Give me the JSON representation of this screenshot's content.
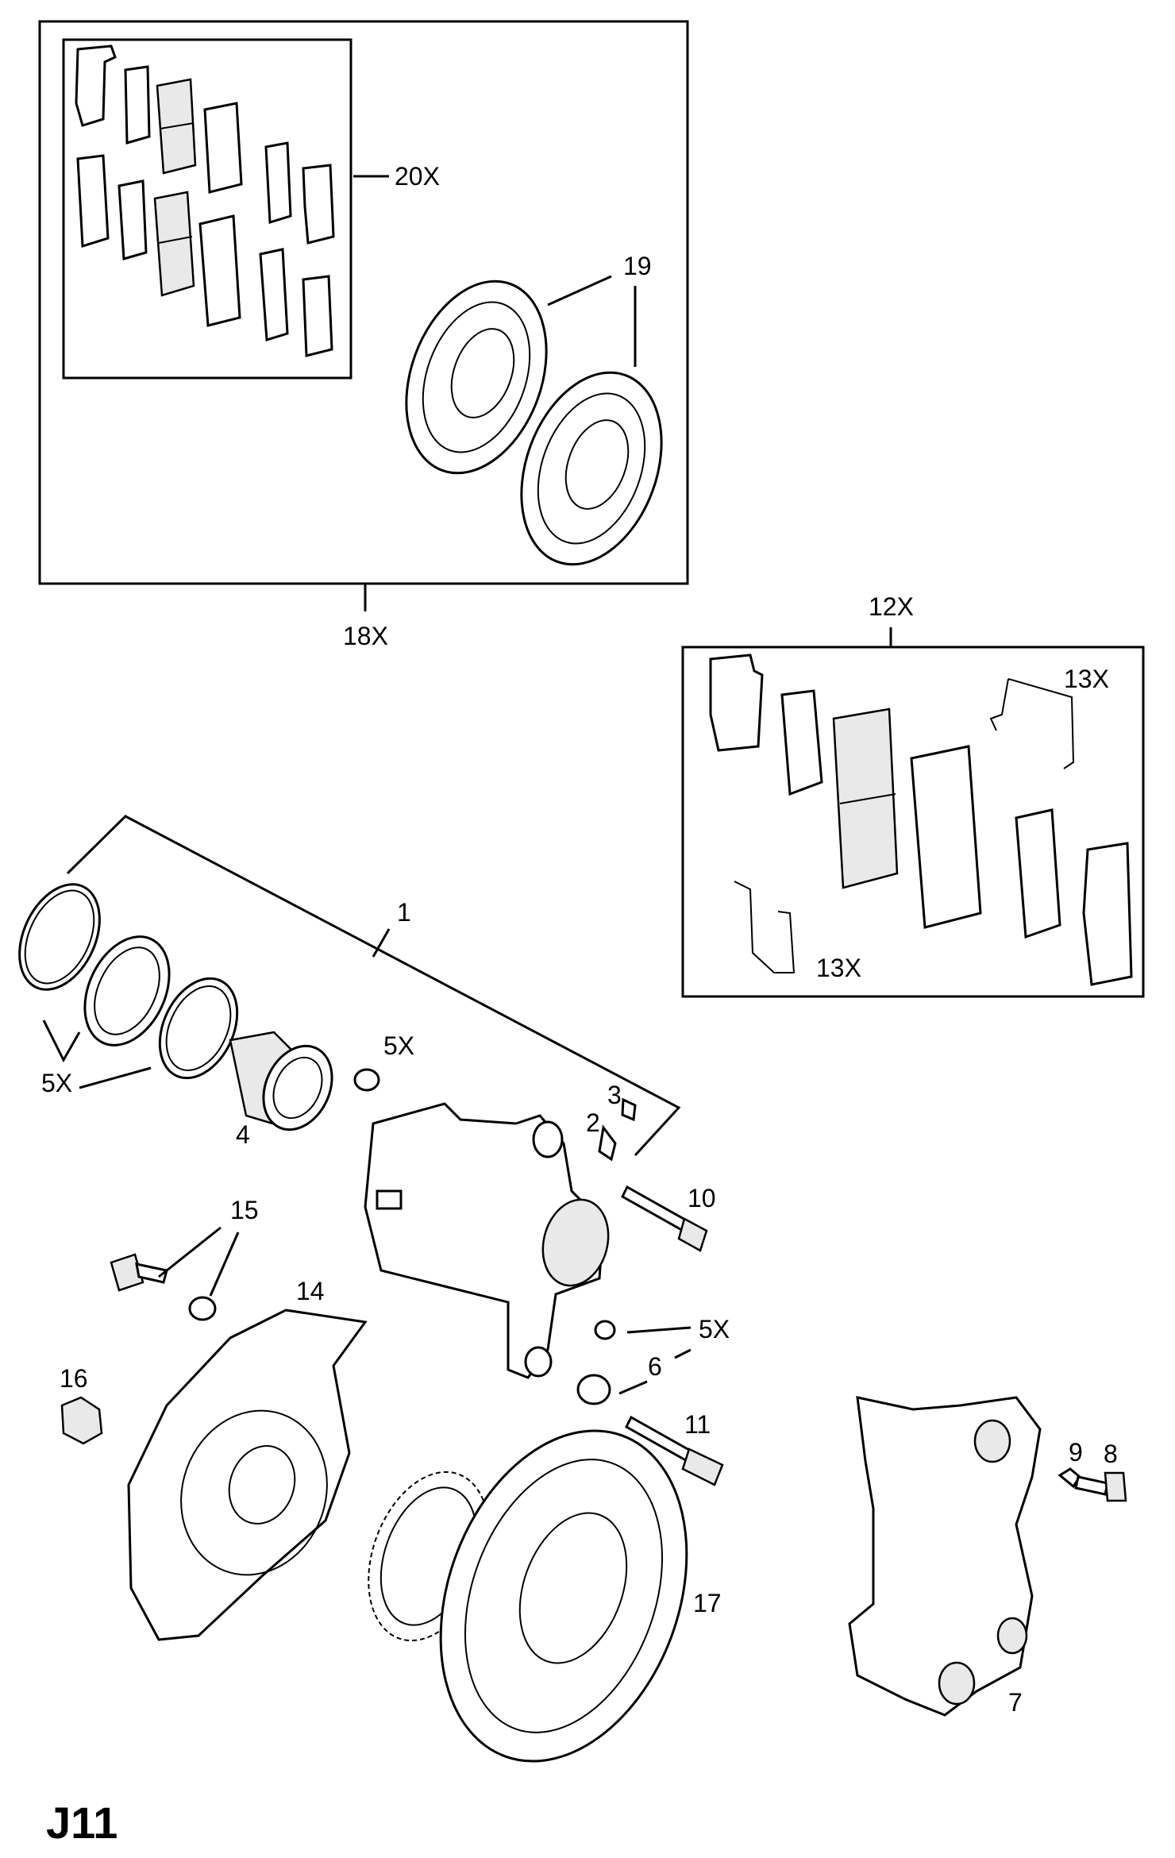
{
  "diagram_code": "J11",
  "callouts": {
    "c20x": "20X",
    "c19": "19",
    "c18x": "18X",
    "c12x": "12X",
    "c13x_top": "13X",
    "c13x_bottom": "13X",
    "c1": "1",
    "c5x_a": "5X",
    "c5x_b": "5X",
    "c5x_c": "5X",
    "c3": "3",
    "c2": "2",
    "c4": "4",
    "c10": "10",
    "c15": "15",
    "c14": "14",
    "c6": "6",
    "c16": "16",
    "c11": "11",
    "c9": "9",
    "c8": "8",
    "c17": "17",
    "c7": "7"
  }
}
